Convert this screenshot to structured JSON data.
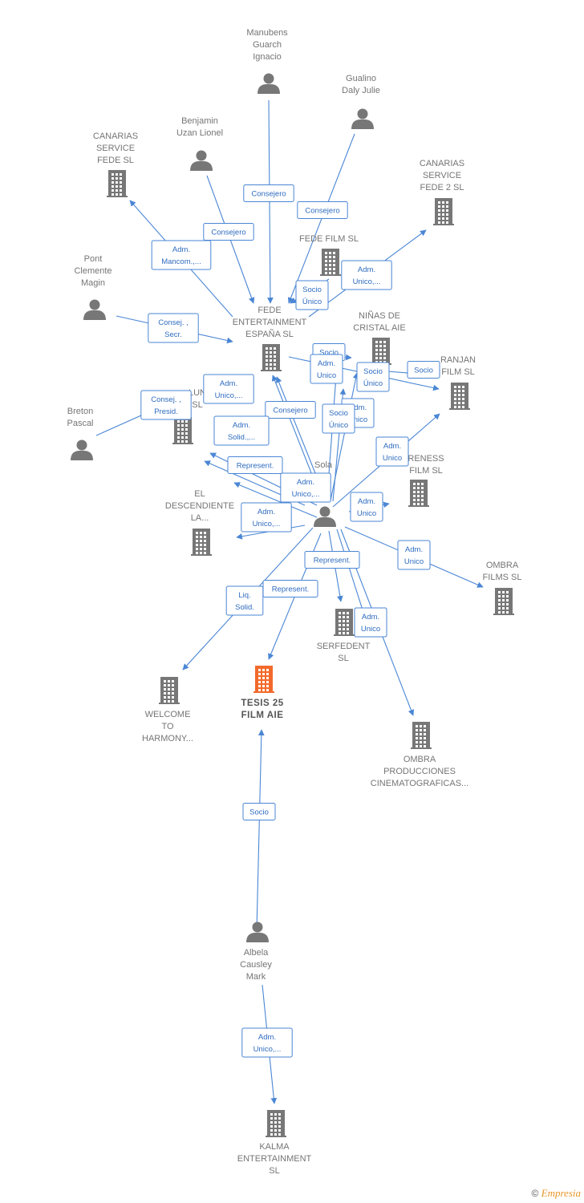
{
  "colors": {
    "edge": "#4a86d4",
    "node": "#777777",
    "highlight": "#f26a2b",
    "edge_text": "#2f6cc0"
  },
  "nodes": [
    {
      "id": "manubens",
      "type": "person",
      "lines": [
        "Manubens",
        "Guarch",
        "Ignacio"
      ]
    },
    {
      "id": "gualino",
      "type": "person",
      "lines": [
        "Gualino",
        "Daly Julie"
      ]
    },
    {
      "id": "benjamin",
      "type": "person",
      "lines": [
        "Benjamin",
        "Uzan Lionel"
      ]
    },
    {
      "id": "canarias1",
      "type": "company",
      "lines": [
        "CANARIAS",
        "SERVICE",
        "FEDE  SL"
      ]
    },
    {
      "id": "canarias2",
      "type": "company",
      "lines": [
        "CANARIAS",
        "SERVICE",
        "FEDE 2  SL"
      ]
    },
    {
      "id": "fedefilm",
      "type": "company",
      "lines": [
        "FEDE FILM  SL"
      ]
    },
    {
      "id": "pont",
      "type": "person",
      "lines": [
        "Pont",
        "Clemente",
        "Magin"
      ]
    },
    {
      "id": "fedeent",
      "type": "company",
      "lines": [
        "FEDE",
        "ENTERTAINMENT",
        "ESPAÑA  SL"
      ]
    },
    {
      "id": "ninas",
      "type": "company",
      "lines": [
        "NIÑAS DE",
        "CRISTAL AIE"
      ]
    },
    {
      "id": "ranjan",
      "type": "company",
      "lines": [
        "RANJAN",
        "FILM  SL"
      ]
    },
    {
      "id": "breton",
      "type": "person",
      "lines": [
        "Breton",
        "Pascal"
      ]
    },
    {
      "id": "lunasl",
      "type": "company",
      "lines": [
        "LUN",
        "SL"
      ]
    },
    {
      "id": "sola",
      "type": "person",
      "lines": [
        "Sola",
        "diz",
        "..."
      ]
    },
    {
      "id": "reness",
      "type": "company",
      "lines": [
        "RENESS",
        "FILM  SL"
      ]
    },
    {
      "id": "descendiente",
      "type": "company",
      "lines": [
        "EL",
        "DESCENDIENTE",
        "LA..."
      ]
    },
    {
      "id": "ombrafilms",
      "type": "company",
      "lines": [
        "OMBRA",
        "FILMS SL"
      ]
    },
    {
      "id": "serfedent",
      "type": "company",
      "lines": [
        "SERFEDENT",
        "SL"
      ]
    },
    {
      "id": "welcome",
      "type": "company",
      "lines": [
        "WELCOME",
        "TO",
        "HARMONY..."
      ]
    },
    {
      "id": "tesis",
      "type": "company",
      "main": true,
      "lines": [
        "TESIS 25",
        "FILM AIE"
      ]
    },
    {
      "id": "ombraprod",
      "type": "company",
      "lines": [
        "OMBRA",
        "PRODUCCIONES",
        "CINEMATOGRAFICAS..."
      ]
    },
    {
      "id": "albela",
      "type": "person",
      "lines": [
        "Albela",
        "Causley",
        "Mark"
      ]
    },
    {
      "id": "kalma",
      "type": "company",
      "lines": [
        "KALMA",
        "ENTERTAINMENT",
        "SL"
      ]
    }
  ],
  "edges": [
    {
      "from": "manubens",
      "to": "fedeent",
      "label": [
        "Consejero"
      ]
    },
    {
      "from": "gualino",
      "to": "fedeent",
      "label": [
        "Consejero"
      ]
    },
    {
      "from": "benjamin",
      "to": "fedeent",
      "label": [
        "Consejero"
      ]
    },
    {
      "from": "fedeent",
      "to": "canarias1",
      "label": [
        "Adm.",
        "Mancom.,..."
      ]
    },
    {
      "from": "fedeent",
      "to": "canarias2",
      "label": [
        "Adm.",
        "Unico,..."
      ]
    },
    {
      "from": "fedefilm",
      "to": "fedeent",
      "label": [
        "Socio",
        "Único"
      ]
    },
    {
      "from": "pont",
      "to": "fedeent",
      "label": [
        "Consej. ,",
        "Secr."
      ]
    },
    {
      "from": "fedeent",
      "to": "ninas",
      "label": [
        "Socio"
      ]
    },
    {
      "from": "fedeent",
      "to": "ranjan",
      "label": [
        "Socio",
        "Único"
      ]
    },
    {
      "from": "sola",
      "to": "ranjan",
      "label": [
        "Socio"
      ]
    },
    {
      "from": "breton",
      "to": "lunasl",
      "label": [
        "Consej. ,",
        "Presid."
      ]
    },
    {
      "from": "sola",
      "to": "fedeent",
      "label": [
        "Adm.",
        "Unico,..."
      ]
    },
    {
      "from": "sola",
      "to": "fedeent",
      "label": [
        "Consejero"
      ]
    },
    {
      "from": "sola",
      "to": "ninas",
      "label": [
        "Adm.",
        "Unico"
      ]
    },
    {
      "from": "sola",
      "to": "ninas",
      "label": [
        "Adm.",
        "Unico"
      ]
    },
    {
      "from": "sola",
      "to": "ranjan",
      "label": [
        "Socio",
        "Único"
      ]
    },
    {
      "from": "sola",
      "to": "descendiente",
      "label": [
        "Adm.",
        "Solid.,..."
      ]
    },
    {
      "from": "sola",
      "to": "reness",
      "label": [
        "Adm.",
        "Unico"
      ]
    },
    {
      "from": "sola",
      "to": "lunasl",
      "label": [
        "Represent."
      ]
    },
    {
      "from": "sola",
      "to": "descendiente",
      "label": [
        "Adm.",
        "Unico,..."
      ]
    },
    {
      "from": "sola",
      "to": "reness",
      "label": [
        "Adm.",
        "Unico"
      ]
    },
    {
      "from": "sola",
      "to": "descendiente",
      "label": [
        "Adm.",
        "Unico,..."
      ]
    },
    {
      "from": "sola",
      "to": "ombrafilms",
      "label": [
        "Adm.",
        "Unico"
      ]
    },
    {
      "from": "sola",
      "to": "serfedent",
      "label": [
        "Represent."
      ]
    },
    {
      "from": "sola",
      "to": "serfedent",
      "label": [
        "Adm.",
        "Unico"
      ]
    },
    {
      "from": "sola",
      "to": "welcome",
      "label": [
        "Liq.",
        "Solid."
      ]
    },
    {
      "from": "sola",
      "to": "tesis",
      "label": [
        "Represent."
      ]
    },
    {
      "from": "sola",
      "to": "ombraprod",
      "label": [
        "Adm.",
        "Unico"
      ]
    },
    {
      "from": "albela",
      "to": "tesis",
      "label": [
        "Socio"
      ]
    },
    {
      "from": "albela",
      "to": "kalma",
      "label": [
        "Adm.",
        "Unico,..."
      ]
    }
  ],
  "footer": {
    "copyright": "©",
    "brand": "Empresia"
  }
}
